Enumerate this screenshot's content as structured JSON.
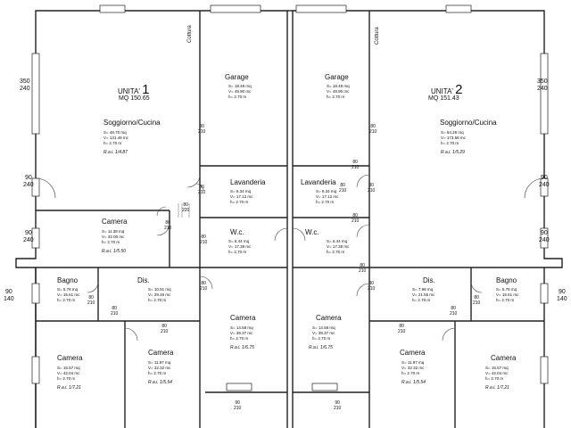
{
  "units": [
    {
      "label": "UNITA'",
      "number": "1",
      "area": "MQ 150.65"
    },
    {
      "label": "UNITA'",
      "number": "2",
      "area": "MQ 151.43"
    }
  ],
  "cottura": "Cottura",
  "rooms": {
    "soggiorno_l": {
      "name": "Soggiorno/Cucina",
      "s": "S=  48.70 mq",
      "v": "V= 131.49 mc",
      "h": "h=   2.70 m",
      "rai": "R.a.i. 1/4.87"
    },
    "soggiorno_r": {
      "name": "Soggiorno/Cucina",
      "s": "S=  64.29 mq",
      "v": "V= 173.58 mc",
      "h": "h=   2.70 m",
      "rai": "R.a.i. 1/5.29"
    },
    "garage_l": {
      "name": "Garage",
      "s": "S=  18.48 mq",
      "v": "V=  49.90 mc",
      "h": "h=   2.70 m"
    },
    "garage_r": {
      "name": "Garage",
      "s": "S=  18.48 mq",
      "v": "V=  49.90 mc",
      "h": "h=   2.70 m"
    },
    "lavanderia_l": {
      "name": "Lavanderia",
      "s": "S=  6.34 mq",
      "v": "V=  17.12 mc",
      "h": "h=   2.70 m"
    },
    "lavanderia_r": {
      "name": "Lavanderia",
      "s": "S=  6.34 mq",
      "v": "V=  17.12 mc",
      "h": "h=   2.70 m"
    },
    "wc_l": {
      "name": "W.c.",
      "s": "S=  6.44 mq",
      "v": "V=  17.39 mc",
      "h": "h=   2.70 m"
    },
    "wc_r": {
      "name": "W.c.",
      "s": "S=  6.44 mq",
      "v": "V=  17.39 mc",
      "h": "h=   2.70 m"
    },
    "camera_small_l": {
      "name": "Camera",
      "s": "S=  11.38 mq",
      "v": "V=  32.00 mc",
      "h": "h=   2.70 m",
      "rai": "R.a.i. 1/5.50"
    },
    "bagno_l": {
      "name": "Bagno",
      "s": "S=  5.78 mq",
      "v": "V=  15.61 mc",
      "h": "h=   2.70 m"
    },
    "bagno_r": {
      "name": "Bagno",
      "s": "S=  5.78 mq",
      "v": "V=  15.61 mc",
      "h": "h=   2.70 m"
    },
    "dis_l": {
      "name": "Dis.",
      "s": "S=  10.91 mq",
      "v": "V=  29.46 mc",
      "h": "h=   2.70 m"
    },
    "dis_r": {
      "name": "Dis.",
      "s": "S=  7.98 mq",
      "v": "V=  21.55 mc",
      "h": "h=   2.70 m"
    },
    "camera_mid_l": {
      "name": "Camera",
      "s": "S=  14.58 mq",
      "v": "V=  39.37 mc",
      "h": "h=   2.70 m",
      "rai": "R.a.i. 1/6.75"
    },
    "camera_mid_r": {
      "name": "Camera",
      "s": "S=  14.58 mq",
      "v": "V=  39.37 mc",
      "h": "h=   2.70 m",
      "rai": "R.a.i. 1/6.75"
    },
    "camera_bl": {
      "name": "Camera",
      "s": "S=  15.57 mq",
      "v": "V=  42.04 mc",
      "h": "h=   2.70 m",
      "rai": "R.a.i. 1/7.21"
    },
    "camera_br": {
      "name": "Camera",
      "s": "S=  15.57 mq",
      "v": "V=  42.04 mc",
      "h": "h=   2.70 m",
      "rai": "R.a.i. 1/7.21"
    },
    "camera_bc_l": {
      "name": "Camera",
      "s": "S=  11.97 mq",
      "v": "V=  32.32 mc",
      "h": "h=   2.70 m",
      "rai": "R.a.i. 1/5.54"
    },
    "camera_bc_r": {
      "name": "Camera",
      "s": "S=  11.97 mq",
      "v": "V=  32.32 mc",
      "h": "h=   2.70 m",
      "rai": "R.a.i. 1/5.54"
    }
  },
  "window_dims": {
    "w350": {
      "top": "350",
      "bottom": "240"
    },
    "w90_240": {
      "top": "90",
      "bottom": "240"
    },
    "w90_140": {
      "top": "90",
      "bottom": "140"
    }
  },
  "door_dims": {
    "d80": {
      "top": "80",
      "bottom": "210"
    },
    "d90": {
      "top": "90",
      "bottom": "210"
    },
    "d80_220": {
      "top": "80",
      "bottom": "220"
    }
  }
}
